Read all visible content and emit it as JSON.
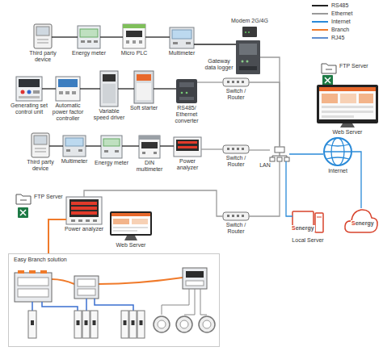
{
  "diagram": {
    "nodes": [
      {
        "text": [
          "Third party device"
        ]
      },
      {
        "text": [
          "Energy meter"
        ]
      },
      {
        "text": [
          "Micro PLC"
        ]
      },
      {
        "text": [
          "Multimeter"
        ]
      },
      {
        "text": [
          "Modem 2G/4G"
        ]
      },
      {
        "text": [
          "Gateway data logger"
        ]
      },
      {
        "text": [
          "FTP Server"
        ]
      },
      {
        "text": [
          "Web Server"
        ]
      },
      {
        "text": [
          "Generating set control unit"
        ]
      },
      {
        "text": [
          "Automatic power factor controller"
        ]
      },
      {
        "text": [
          "Variable speed driver"
        ]
      },
      {
        "text": [
          "Soft starter"
        ]
      },
      {
        "text": [
          "RS485/ Ethernet converter"
        ]
      },
      {
        "text": [
          "Switch / Router"
        ]
      },
      {
        "text": [
          "Third party device"
        ]
      },
      {
        "text": [
          "Multimeter"
        ]
      },
      {
        "text": [
          "Energy meter"
        ]
      },
      {
        "text": [
          "DIN multimeter"
        ]
      },
      {
        "text": [
          "Power analyzer"
        ]
      },
      {
        "text": [
          "Switch / Router"
        ]
      },
      {
        "text": [
          "FTP Server"
        ]
      },
      {
        "text": [
          "Power analyzer"
        ]
      },
      {
        "text": [
          "Web Server"
        ]
      },
      {
        "text": [
          "Switch / Router"
        ]
      },
      {
        "text": [
          "LAN"
        ]
      },
      {
        "text": [
          "Internet"
        ]
      },
      {
        "text": [
          "Senergy",
          "Local Server"
        ]
      },
      {
        "text": [
          "Easy Branch solution"
        ]
      },
      {
        "text": [
          "Senergy"
        ]
      }
    ],
    "edges": [
      {
        "from": 0,
        "to": 1,
        "arrow": "none"
      },
      {
        "from": 1,
        "to": 2,
        "arrow": "none"
      },
      {
        "from": 2,
        "to": 3,
        "arrow": "none"
      },
      {
        "from": 3,
        "to": 5,
        "arrow": "none"
      },
      {
        "from": 5,
        "to": 24,
        "arrow": "none"
      },
      {
        "from": 8,
        "to": 9,
        "arrow": "none"
      },
      {
        "from": 9,
        "to": 10,
        "arrow": "none"
      },
      {
        "from": 10,
        "to": 11,
        "arrow": "none"
      },
      {
        "from": 11,
        "to": 12,
        "arrow": "none"
      },
      {
        "from": 12,
        "to": 13,
        "arrow": "none"
      },
      {
        "from": 13,
        "to": 24,
        "arrow": "none"
      },
      {
        "from": 14,
        "to": 15,
        "arrow": "none"
      },
      {
        "from": 15,
        "to": 16,
        "arrow": "none"
      },
      {
        "from": 16,
        "to": 17,
        "arrow": "none"
      },
      {
        "from": 17,
        "to": 18,
        "arrow": "none"
      },
      {
        "from": 18,
        "to": 19,
        "arrow": "none"
      },
      {
        "from": 19,
        "to": 24,
        "arrow": "none"
      },
      {
        "from": 21,
        "to": 23,
        "arrow": "none"
      },
      {
        "from": 23,
        "to": 24,
        "arrow": "none"
      },
      {
        "from": 24,
        "to": 25,
        "arrow": "none"
      },
      {
        "from": 24,
        "to": 26,
        "arrow": "none"
      },
      {
        "from": 25,
        "to": 28,
        "arrow": "none"
      },
      {
        "from": 21,
        "to": 27,
        "arrow": "none"
      }
    ],
    "legend": [
      {
        "text": "RS485"
      },
      {
        "text": "Ethernet"
      },
      {
        "text": "Internet"
      },
      {
        "text": "Branch"
      },
      {
        "text": "RJ45"
      }
    ]
  }
}
